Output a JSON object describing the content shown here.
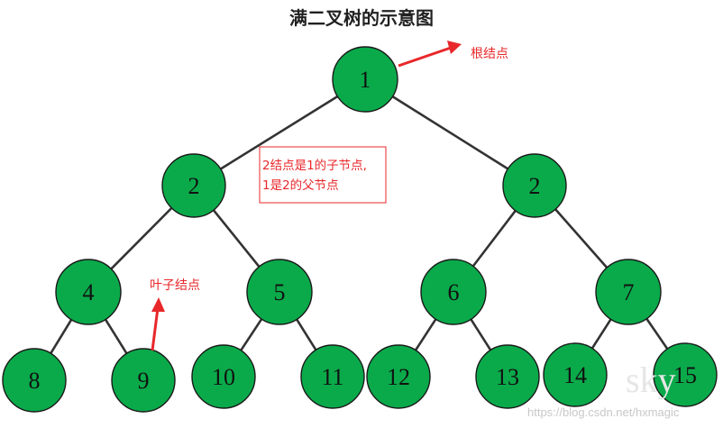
{
  "title": "满二叉树的示意图",
  "colors": {
    "node_fill": "#0aaa4a",
    "node_stroke": "#1a1a1a",
    "edge": "#333333",
    "annotation": "#e8272a"
  },
  "nodes": {
    "n1": "1",
    "n2_left": "2",
    "n2_right": "2",
    "n4": "4",
    "n5": "5",
    "n6": "6",
    "n7": "7",
    "n8": "8",
    "n9": "9",
    "n10": "10",
    "n11": "11",
    "n12": "12",
    "n13": "13",
    "n14": "14",
    "n15": "15"
  },
  "edges": [
    [
      "n1",
      "n2_left"
    ],
    [
      "n1",
      "n2_right"
    ],
    [
      "n2_left",
      "n4"
    ],
    [
      "n2_left",
      "n5"
    ],
    [
      "n2_right",
      "n6"
    ],
    [
      "n2_right",
      "n7"
    ],
    [
      "n4",
      "n8"
    ],
    [
      "n4",
      "n9"
    ],
    [
      "n5",
      "n10"
    ],
    [
      "n5",
      "n11"
    ],
    [
      "n6",
      "n12"
    ],
    [
      "n6",
      "n13"
    ],
    [
      "n7",
      "n14"
    ],
    [
      "n7",
      "n15"
    ]
  ],
  "annotations": {
    "root_label": "根结点",
    "leaf_label": "叶子结点",
    "relation_line1": "2结点是1的子节点,",
    "relation_line2": "1是2的父节点"
  },
  "watermark": {
    "large": "sky",
    "url": "https://blog.csdn.net/hxmagic"
  }
}
